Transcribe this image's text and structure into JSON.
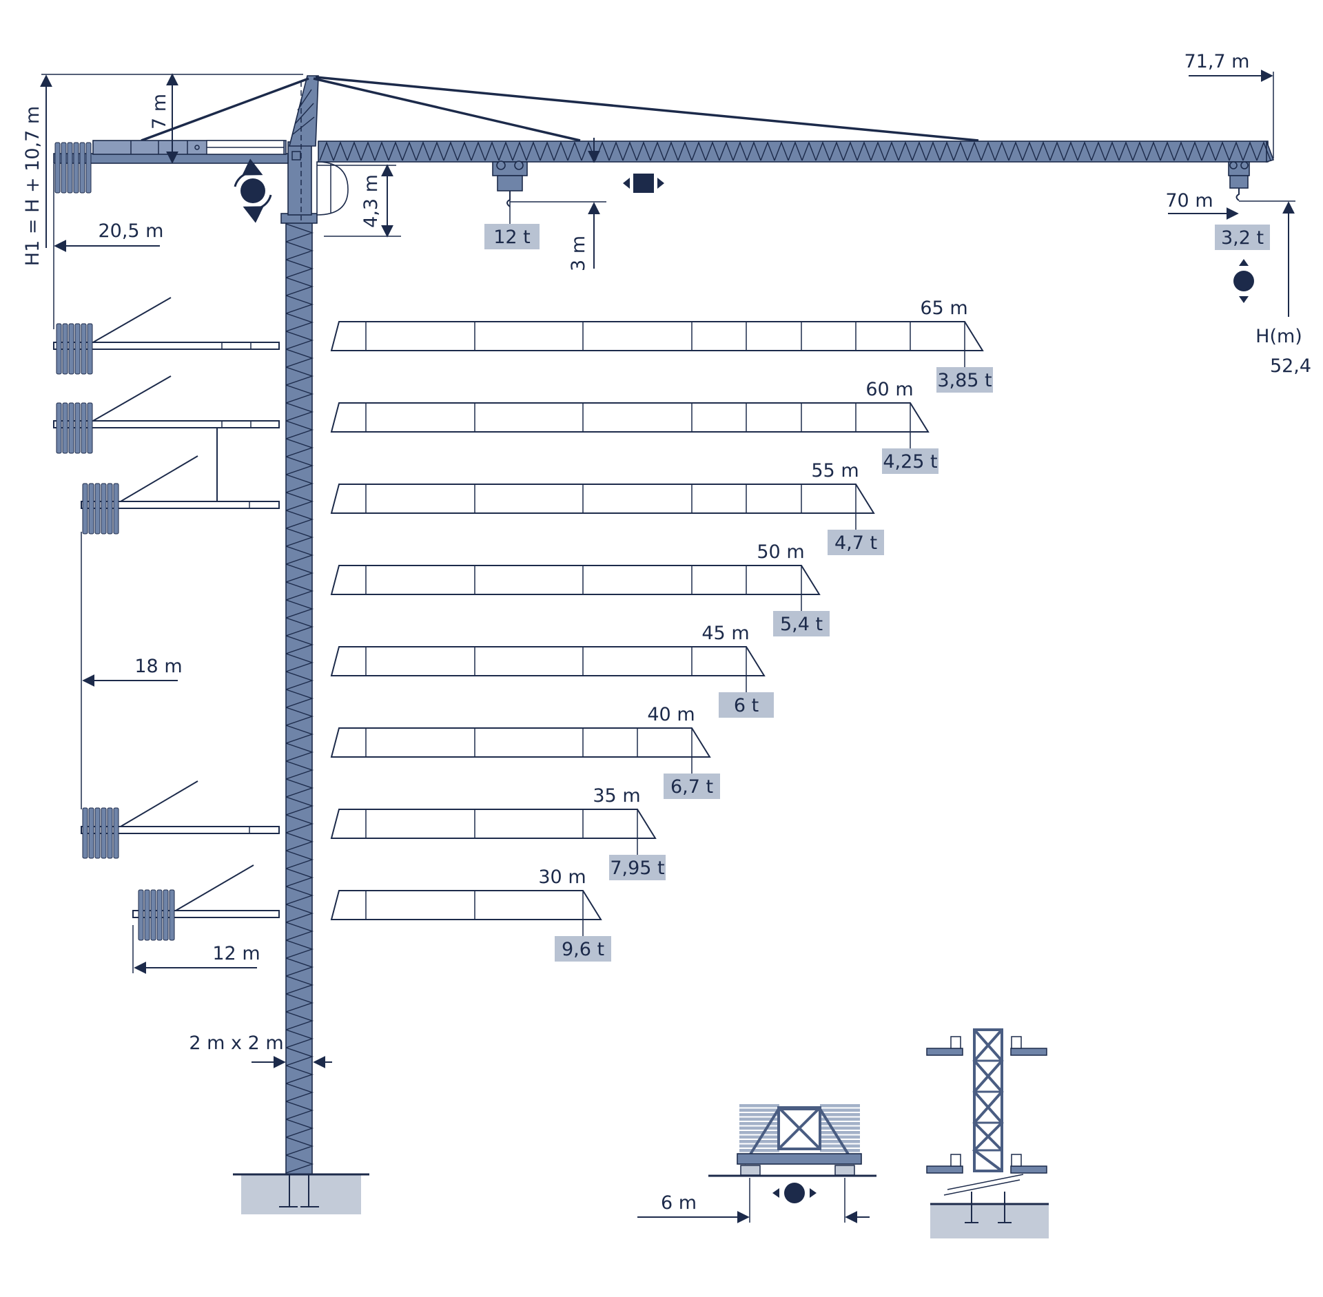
{
  "dimensions": {
    "max_height": "H1 = H + 10,7 m",
    "apex_height": "7 m",
    "cab_height": "4,3 m",
    "hook_drop": "3 m",
    "max_reach": "71,7 m",
    "hook_reach": "70 m",
    "counter_jib_long": "20,5 m",
    "counter_jib_mid": "18 m",
    "counter_jib_short": "12 m",
    "mast_section": "2 m x 2 m",
    "base_width": "6 m",
    "height_label": "H(m)",
    "height_value": "52,4"
  },
  "capacities": {
    "max_load": "12 t",
    "tip_load": "3,2 t"
  },
  "jib_configs": [
    {
      "length": "65 m",
      "load": "3,85 t",
      "segments": [
        531,
        689,
        846,
        1004,
        1083,
        1163,
        1242,
        1321
      ],
      "end": 1400
    },
    {
      "length": "60 m",
      "load": "4,25 t",
      "segments": [
        531,
        689,
        846,
        1004,
        1083,
        1163,
        1242
      ],
      "end": 1321
    },
    {
      "length": "55 m",
      "load": "4,7 t",
      "segments": [
        531,
        689,
        846,
        1004,
        1083,
        1163
      ],
      "end": 1242
    },
    {
      "length": "50 m",
      "load": "5,4 t",
      "segments": [
        531,
        689,
        846,
        1004,
        1083
      ],
      "end": 1163
    },
    {
      "length": "45 m",
      "load": "6 t",
      "segments": [
        531,
        689,
        846,
        1004
      ],
      "end": 1083
    },
    {
      "length": "40 m",
      "load": "6,7 t",
      "segments": [
        531,
        689,
        846,
        925
      ],
      "end": 1004
    },
    {
      "length": "35 m",
      "load": "7,95 t",
      "segments": [
        531,
        689,
        846
      ],
      "end": 925
    },
    {
      "length": "30 m",
      "load": "9,6 t",
      "segments": [
        531,
        689
      ],
      "end": 846
    }
  ],
  "colors": {
    "steel": "#6f84a8",
    "ink": "#1c2a4a",
    "label_box": "#b8c2d2",
    "ground": "#c3cbd8"
  },
  "icons": {
    "slewing": "slewing-icon",
    "trolley": "trolley-travel-icon",
    "hoist": "hoist-icon",
    "travel": "travel-icon"
  }
}
